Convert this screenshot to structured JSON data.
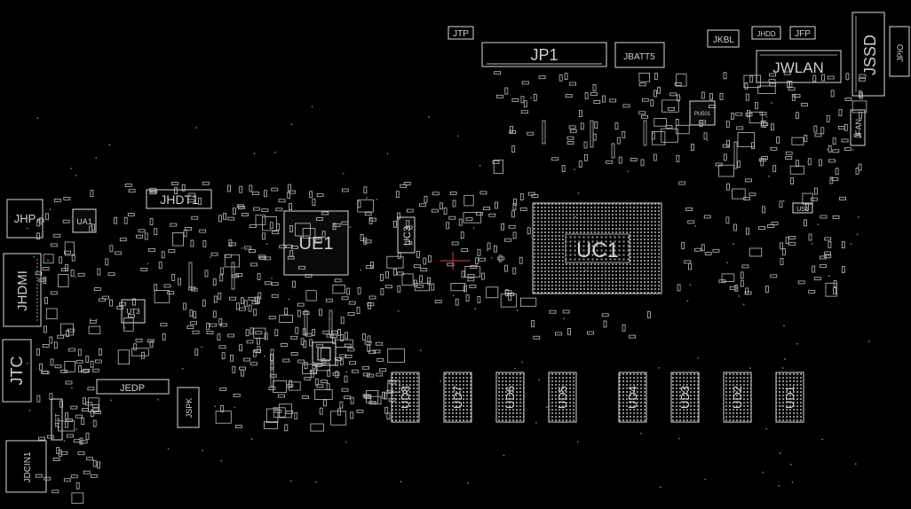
{
  "components": {
    "jtp": "JTP",
    "jp1": "JP1",
    "jbatt5": "JBATT5",
    "jkbl": "JKBL",
    "jhdd": "JHDD",
    "jfp": "JFP",
    "jssd": "JSSD",
    "jpio": "JPIO",
    "jwlan": "JWLAN",
    "jfan": "JFAN",
    "jhdt1": "JHDT1",
    "jhp": "JHP",
    "ua1": "UA1",
    "jhdmi": "JHDMI",
    "ue1": "UE1",
    "uc3": "UC3",
    "uc1": "UC1",
    "ut3": "UT3",
    "jtc": "JTC",
    "jedp": "JEDP",
    "jspk": "JSPK",
    "jdcin1": "JDCIN1",
    "jtst": "JTST",
    "us1": "US1",
    "pu501": "PU501",
    "ud8": "UD8",
    "ud7": "UD7",
    "ud6": "UD6",
    "ud5": "UD5",
    "ud4": "UD4",
    "ud3": "UD3",
    "ud2": "UD2",
    "ud1": "UD1"
  }
}
